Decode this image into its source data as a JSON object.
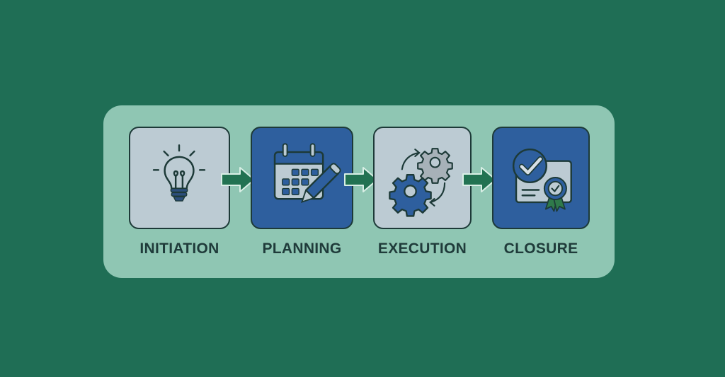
{
  "diagram": {
    "type": "process-flow",
    "colors": {
      "background": "#1f6e55",
      "panel": "#8fc6b3",
      "card_light": "#bccbd3",
      "card_dark": "#2e5f9e",
      "arrow": "#227252",
      "label": "#1f3b3a"
    },
    "steps": [
      {
        "label": "INITIATION",
        "icon": "lightbulb-icon",
        "style": "light"
      },
      {
        "label": "PLANNING",
        "icon": "calendar-pencil-icon",
        "style": "dark"
      },
      {
        "label": "EXECUTION",
        "icon": "gears-cycle-icon",
        "style": "light"
      },
      {
        "label": "CLOSURE",
        "icon": "certificate-check-icon",
        "style": "dark"
      }
    ],
    "connectors": [
      "arrow",
      "arrow",
      "arrow"
    ]
  }
}
